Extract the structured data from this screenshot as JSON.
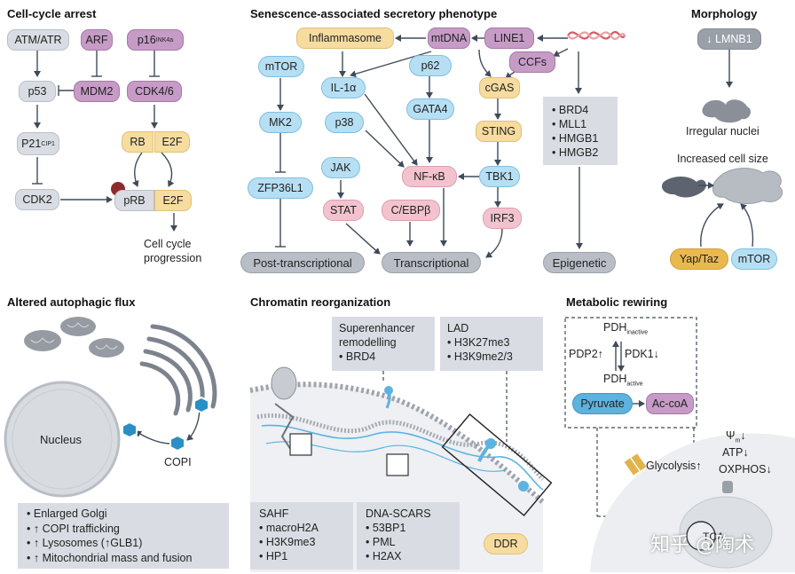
{
  "colors": {
    "gray": "#d9dde3",
    "purple": "#c69bc6",
    "yellow": "#f7dca0",
    "blue": "#b6dff3",
    "pink": "#f2c3ce",
    "arrow": "#3f4b5a"
  },
  "headers": {
    "cell_cycle": "Cell-cycle arrest",
    "sasp": "Senescence-associated secretory phenotype",
    "morphology": "Morphology",
    "autophagy": "Altered autophagic flux",
    "chromatin": "Chromatin reorganization",
    "metabolic": "Metabolic rewiring"
  },
  "cell_cycle": {
    "atm": "ATM/ATR",
    "arf": "ARF",
    "p16": "p16",
    "p16_sup": "INK4a",
    "p53": "p53",
    "mdm2": "MDM2",
    "cdk46": "CDK4/6",
    "p21": "P21",
    "p21_sup": "CIP1",
    "rb": "RB",
    "e2f_top": "E2F",
    "cdk2": "CDK2",
    "prb": "pRB",
    "e2f_bottom": "E2F",
    "progression_1": "Cell cycle",
    "progression_2": "progression"
  },
  "sasp": {
    "inflammasome": "Inflammasome",
    "mtdna": "mtDNA",
    "line1": "LINE1",
    "ccfs": "CCFs",
    "mtor": "mTOR",
    "il1a": "IL-1α",
    "p62": "p62",
    "cgas": "cGAS",
    "mk2": "MK2",
    "p38": "p38",
    "gata4": "GATA4",
    "sting": "STING",
    "jak": "JAK",
    "nfkb": "NF-κB",
    "tbk1": "TBK1",
    "zfp36l1": "ZFP36L1",
    "stat": "STAT",
    "cebpb": "C/EBPβ",
    "irf3": "IRF3",
    "epigenetic_list": [
      "BRD4",
      "MLL1",
      "HMGB1",
      "HMGB2"
    ],
    "post_transcriptional": "Post-transcriptional",
    "transcriptional": "Transcriptional",
    "epigenetic": "Epigenetic"
  },
  "morphology": {
    "lmnb1": "↓ LMNB1",
    "irregular": "Irregular nuclei",
    "increased": "Increased cell size",
    "yap": "Yap/Taz",
    "mtor": "mTOR"
  },
  "autophagy": {
    "nucleus": "Nucleus",
    "copi": "COPI",
    "list": [
      "Enlarged Golgi",
      "↑ COPI trafficking",
      "↑ Lysosomes (↑GLB1)",
      "↑ Mitochondrial mass and fusion"
    ]
  },
  "chromatin": {
    "superenhancer_1": "Superenhancer",
    "superenhancer_2": "remodelling",
    "superenhancer_item": "BRD4",
    "lad_title": "LAD",
    "lad_items": [
      "H3K27me3",
      "H3K9me2/3"
    ],
    "sahf_title": "SAHF",
    "sahf_items": [
      "macroH2A",
      "H3K9me3",
      "HP1"
    ],
    "scars_title": "DNA-SCARS",
    "scars_items": [
      "53BP1",
      "PML",
      "H2AX"
    ],
    "ddr": "DDR"
  },
  "metabolic": {
    "pdh": "PDH",
    "pdh_inactive": "inactive",
    "pdh_active": "active",
    "pdp2": "PDP2↑",
    "pdk1": "PDK1↓",
    "pyruvate": "Pyruvate",
    "acoa": "Ac-coA",
    "glycolysis": "Glycolysis↑",
    "psi": "Ψ",
    "psi_sub": "m",
    "psi_tail": "↓",
    "atp": "ATP↓",
    "oxphos": "OXPHOS↓",
    "tca": "TCA"
  },
  "watermark": "知乎 @陶术"
}
